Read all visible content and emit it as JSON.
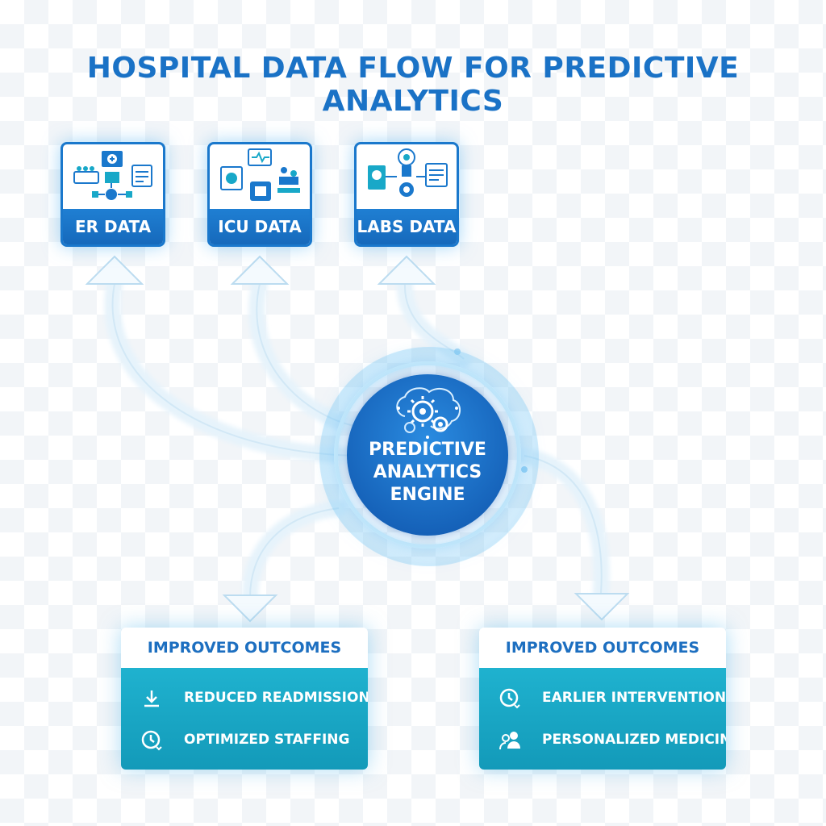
{
  "title": "HOSPITAL DATA FLOW FOR PREDICTIVE ANALYTICS",
  "sources": [
    {
      "label": "ER DATA",
      "icon": "er-dashboard-icon"
    },
    {
      "label": "ICU DATA",
      "icon": "icu-monitor-icon"
    },
    {
      "label": "LABS DATA",
      "icon": "lab-analysis-icon"
    }
  ],
  "engine": {
    "lines": [
      "PREDICTIVE",
      "ANALYTICS",
      "ENGINE"
    ],
    "icon": "brain-gears-icon"
  },
  "outcomes": [
    {
      "heading": "IMPROVED OUTCOMES",
      "items": [
        {
          "label": "REDUCED READMISSIONS",
          "icon": "download-arrow-icon"
        },
        {
          "label": "OPTIMIZED STAFFING",
          "icon": "clock-icon"
        }
      ]
    },
    {
      "heading": "IMPROVED OUTCOMES",
      "items": [
        {
          "label": "EARLIER INTERVENTION",
          "icon": "clock-icon"
        },
        {
          "label": "PERSONALIZED MEDICINE",
          "icon": "people-icon"
        }
      ]
    }
  ],
  "colors": {
    "title": "#1a72c6",
    "source_label_bg": "#1a78cc",
    "engine": "#1a6fc4",
    "outcome_bg": "#18a8c8",
    "outcome_heading": "#1d6fc0"
  }
}
